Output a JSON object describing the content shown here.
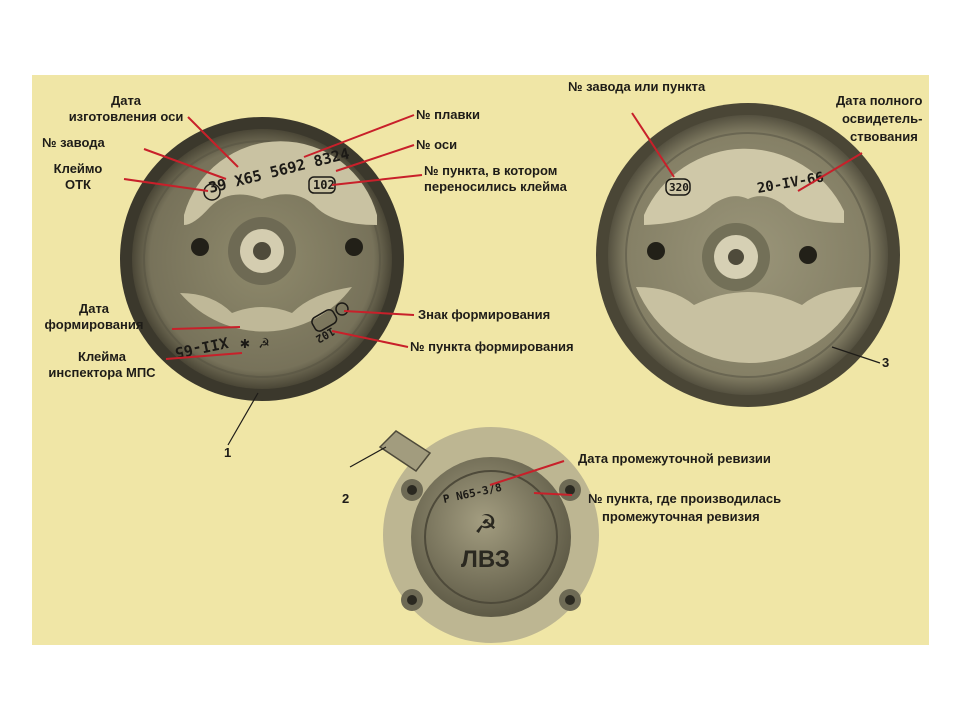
{
  "labels": {
    "date_axle_1": "Дата",
    "date_axle_2": "изготовления оси",
    "plant_no": "№ завода",
    "otk_1": "Клеймо",
    "otk_2": "ОТК",
    "heat_no": "№ плавки",
    "axle_no": "№ оси",
    "transfer_1": "№ пункта, в котором",
    "transfer_2": "переносились клейма",
    "date_form_1": "Дата",
    "date_form_2": "формирования",
    "inspector_1": "Клейма",
    "inspector_2": "инспектора МПС",
    "form_sign": "Знак формирования",
    "form_point": "№ пункта формирования",
    "plant_or_point": "№ завода или пункта",
    "full_survey_1": "Дата полного",
    "full_survey_2": "освидетель-",
    "full_survey_3": "ствования",
    "interim_date": "Дата промежуточной ревизии",
    "interim_point_1": "№ пункта, где производилась",
    "interim_point_2": "промежуточная ревизия"
  },
  "numbers": {
    "n1": "1",
    "n2": "2",
    "n3": "3"
  },
  "stamps": {
    "top_row": "39 X65 5692 8324",
    "transfer_box": "102",
    "bottom_row": "XII-65",
    "form_box": "102",
    "right_plant": "320",
    "right_date": "20-IV-66",
    "cap_text": "P N65-3/8",
    "cap_logo": "ЛВЗ"
  },
  "colors": {
    "paper": "#f0e6a6",
    "metal": "#8a8468",
    "leader": "#c8202a"
  }
}
